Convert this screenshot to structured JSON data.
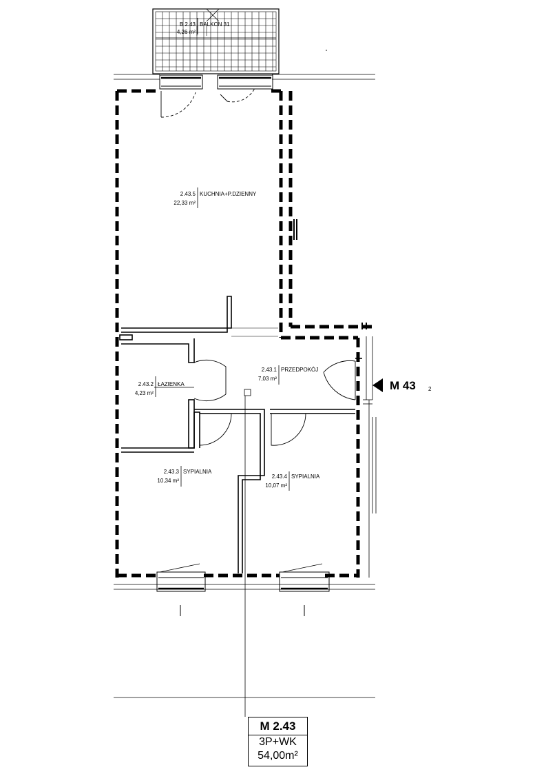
{
  "rooms": [
    {
      "number": "B 2.43",
      "name": "BALKON 31",
      "area": "4,26 m²"
    },
    {
      "number": "2.43.5",
      "name": "KUCHNIA+P.DZIENNY",
      "area": "22,33 m²"
    },
    {
      "number": "2.43.2",
      "name": "ŁAZIENKA",
      "area": "4,23 m²"
    },
    {
      "number": "2.43.1",
      "name": "PRZEDPOKÓJ",
      "area": "7,03 m²"
    },
    {
      "number": "2.43.3",
      "name": "SYPIALNIA",
      "area": "10,34 m²"
    },
    {
      "number": "2.43.4",
      "name": "SYPIALNIA",
      "area": "10,07 m²"
    }
  ],
  "entrance_marker": {
    "label": "M 43",
    "side_char": "2"
  },
  "unit": {
    "code": "M 2.43",
    "type": "3P+WK",
    "area": "54,00m²"
  }
}
